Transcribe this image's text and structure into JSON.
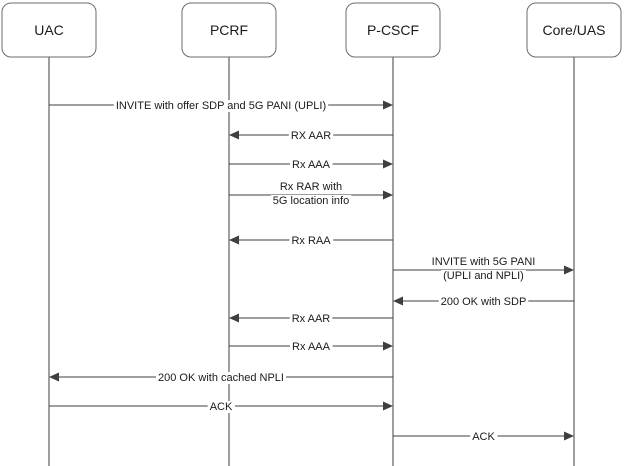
{
  "participants": [
    {
      "id": "uac",
      "label": "UAC"
    },
    {
      "id": "pcrf",
      "label": "PCRF"
    },
    {
      "id": "pcscf",
      "label": "P-CSCF"
    },
    {
      "id": "core",
      "label": "Core/UAS"
    }
  ],
  "messages": [
    {
      "id": "invite-offer",
      "from": "uac",
      "to": "pcscf",
      "lines": [
        "INVITE with offer SDP and 5G PANI (UPLI)"
      ]
    },
    {
      "id": "rx-aar-1",
      "from": "pcscf",
      "to": "pcrf",
      "lines": [
        "RX AAR"
      ]
    },
    {
      "id": "rx-aaa-1",
      "from": "pcrf",
      "to": "pcscf",
      "lines": [
        "Rx AAA"
      ]
    },
    {
      "id": "rx-rar",
      "from": "pcrf",
      "to": "pcscf",
      "lines": [
        "Rx RAR with",
        "5G location info"
      ]
    },
    {
      "id": "rx-raa",
      "from": "pcscf",
      "to": "pcrf",
      "lines": [
        "Rx RAA"
      ]
    },
    {
      "id": "invite-pani",
      "from": "pcscf",
      "to": "core",
      "lines": [
        "INVITE with 5G PANI",
        "(UPLI and NPLI)"
      ]
    },
    {
      "id": "ok-sdp",
      "from": "core",
      "to": "pcscf",
      "lines": [
        "200 OK with SDP"
      ]
    },
    {
      "id": "rx-aar-2",
      "from": "pcscf",
      "to": "pcrf",
      "lines": [
        "Rx AAR"
      ]
    },
    {
      "id": "rx-aaa-2",
      "from": "pcrf",
      "to": "pcscf",
      "lines": [
        "Rx AAA"
      ]
    },
    {
      "id": "ok-npli",
      "from": "pcscf",
      "to": "uac",
      "lines": [
        "200 OK with cached NPLI"
      ]
    },
    {
      "id": "ack-1",
      "from": "uac",
      "to": "pcscf",
      "lines": [
        "ACK"
      ]
    },
    {
      "id": "ack-2",
      "from": "pcscf",
      "to": "core",
      "lines": [
        "ACK"
      ]
    }
  ]
}
